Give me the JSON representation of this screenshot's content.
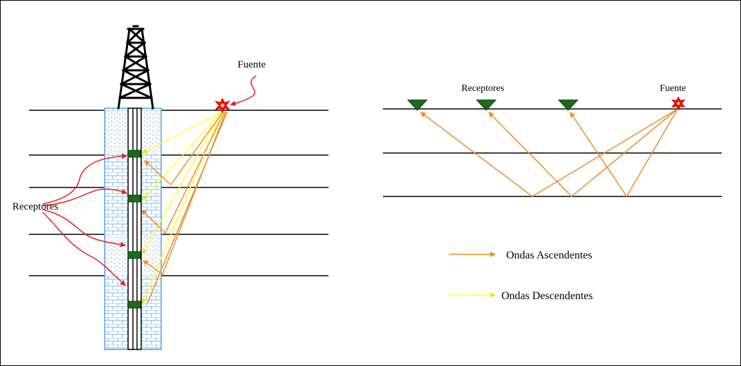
{
  "left_panel": {
    "source_label": "Fuente",
    "receivers_label": "Receptores"
  },
  "right_panel": {
    "receivers_label": "Receptores",
    "source_label": "Fuente"
  },
  "legend": {
    "upgoing_label": "Ondas Ascendentes",
    "downgoing_label": "Ondas Descendentes"
  },
  "colors": {
    "upgoing": "#f08a2a",
    "downgoing": "#ffff33",
    "receiver": "#1a6b1a",
    "borehole": "#5aa0e0",
    "pointer": "#e02020",
    "source": "#ff1010"
  }
}
